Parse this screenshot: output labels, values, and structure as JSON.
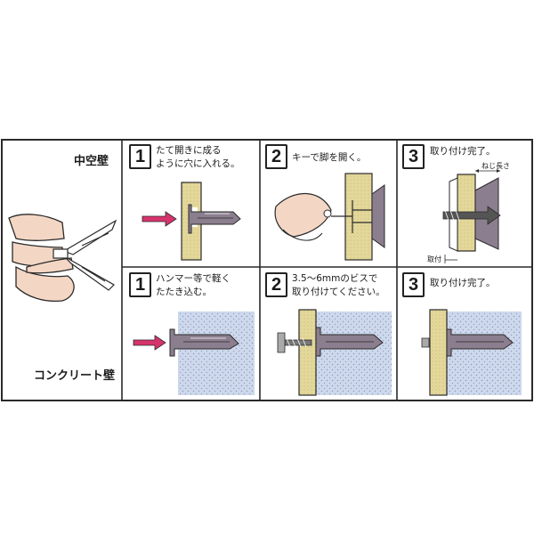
{
  "side_labels": {
    "hollow_wall": "中空壁",
    "concrete_wall": "コンクリート壁"
  },
  "rows": [
    {
      "name": "hollow-wall",
      "steps": [
        {
          "number": "1",
          "lines": [
            "たて開きに成る",
            "ように穴に入れる。"
          ]
        },
        {
          "number": "2",
          "lines": [
            "キーで脚を開く。"
          ]
        },
        {
          "number": "3",
          "lines": [
            "取り付け完了。"
          ]
        }
      ]
    },
    {
      "name": "concrete-wall",
      "steps": [
        {
          "number": "1",
          "lines": [
            "ハンマー等で軽く",
            "たたき込む。"
          ]
        },
        {
          "number": "2",
          "lines": [
            "3.5〜6mmのビスで",
            "取り付けてください。"
          ]
        },
        {
          "number": "3",
          "lines": [
            "取り付け完了。"
          ]
        }
      ]
    }
  ],
  "annotations": {
    "screw_length": "ねじ長さ",
    "mounting": "取付"
  },
  "colors": {
    "wall_board": "#e3d79a",
    "concrete": "#cdd8ec",
    "arrow": "#d6336c",
    "anchor": "#8b7e8e",
    "outline": "#2a2a2a"
  }
}
